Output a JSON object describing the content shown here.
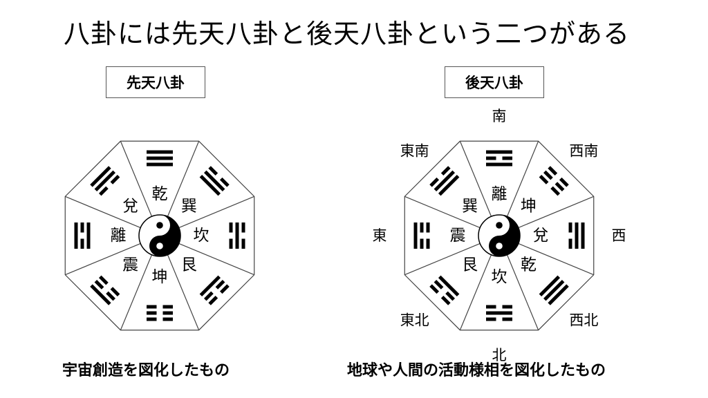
{
  "title": "八卦には先天八卦と後天八卦という二つがある",
  "senten": {
    "label": "先天八卦",
    "caption": "宇宙創造を図化したもの",
    "sectors": [
      {
        "name": "乾",
        "trigram": [
          1,
          1,
          1
        ]
      },
      {
        "name": "巽",
        "trigram": [
          1,
          1,
          0
        ]
      },
      {
        "name": "坎",
        "trigram": [
          0,
          1,
          0
        ]
      },
      {
        "name": "艮",
        "trigram": [
          1,
          0,
          0
        ]
      },
      {
        "name": "坤",
        "trigram": [
          0,
          0,
          0
        ]
      },
      {
        "name": "震",
        "trigram": [
          0,
          0,
          1
        ]
      },
      {
        "name": "離",
        "trigram": [
          1,
          0,
          1
        ]
      },
      {
        "name": "兌",
        "trigram": [
          0,
          1,
          1
        ]
      }
    ]
  },
  "kouten": {
    "label": "後天八卦",
    "caption": "地球や人間の活動様相を図化したもの",
    "sectors": [
      {
        "name": "離",
        "trigram": [
          1,
          0,
          1
        ],
        "direction": "南"
      },
      {
        "name": "坤",
        "trigram": [
          0,
          0,
          0
        ],
        "direction": "西南"
      },
      {
        "name": "兌",
        "trigram": [
          0,
          1,
          1
        ],
        "direction": "西"
      },
      {
        "name": "乾",
        "trigram": [
          1,
          1,
          1
        ],
        "direction": "西北"
      },
      {
        "name": "坎",
        "trigram": [
          0,
          1,
          0
        ],
        "direction": "北"
      },
      {
        "name": "艮",
        "trigram": [
          1,
          0,
          0
        ],
        "direction": "東北"
      },
      {
        "name": "震",
        "trigram": [
          0,
          0,
          1
        ],
        "direction": "東"
      },
      {
        "name": "巽",
        "trigram": [
          1,
          1,
          0
        ],
        "direction": "東南"
      }
    ]
  }
}
